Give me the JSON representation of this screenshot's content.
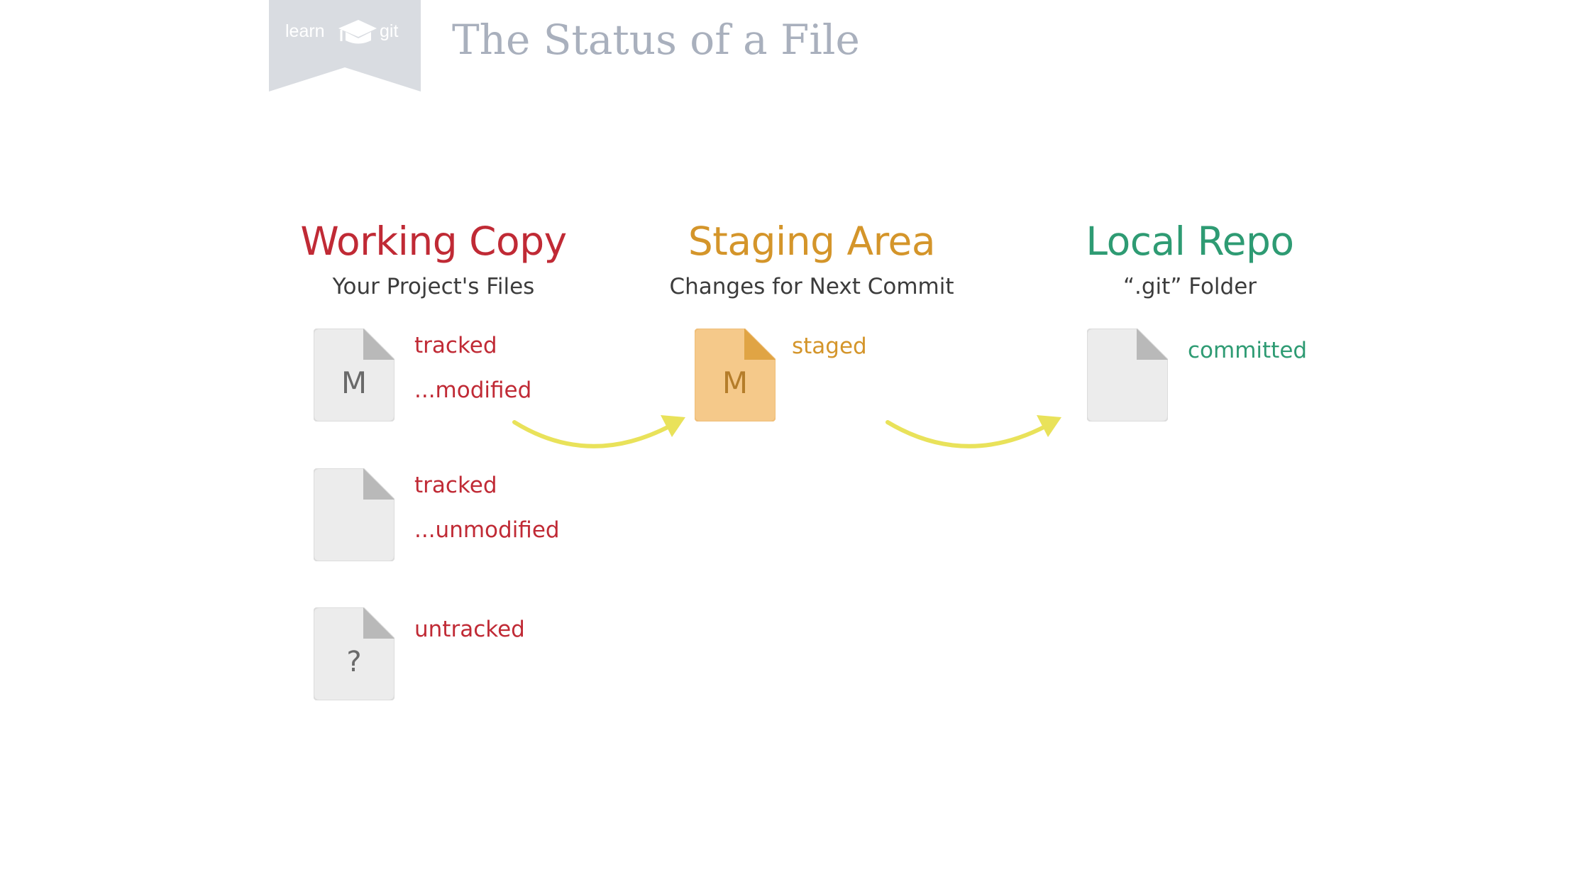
{
  "header": {
    "logo_learn": "learn",
    "logo_git": "git",
    "title": "The Status of a File"
  },
  "columns": {
    "working_copy": {
      "title": "Working Copy",
      "subtitle": "Your Project's Files"
    },
    "staging_area": {
      "title": "Staging Area",
      "subtitle": "Changes for Next Commit"
    },
    "local_repo": {
      "title": "Local Repo",
      "subtitle": "“.git” Folder"
    }
  },
  "files": {
    "modified": {
      "letter": "M",
      "line1": "tracked",
      "line2": "...modified"
    },
    "unmodified": {
      "letter": "",
      "line1": "tracked",
      "line2": "...unmodified"
    },
    "untracked": {
      "letter": "?",
      "line1": "untracked"
    },
    "staged": {
      "letter": "M",
      "line1": "staged"
    },
    "committed": {
      "letter": "",
      "line1": "committed"
    }
  },
  "colors": {
    "working_copy": "#c02a35",
    "staging_area": "#d4952a",
    "local_repo": "#2e9b73",
    "arrow": "#e9e25a",
    "file_gray": "#ececec",
    "file_fold_gray": "#b9b9b9",
    "file_staged": "#f5c98a",
    "file_fold_staged": "#e0a444",
    "logo_banner": "#d9dce1"
  },
  "icons": {
    "logo": "graduation-cap-icon",
    "document": "document-icon",
    "arrow": "curved-arrow-icon"
  }
}
